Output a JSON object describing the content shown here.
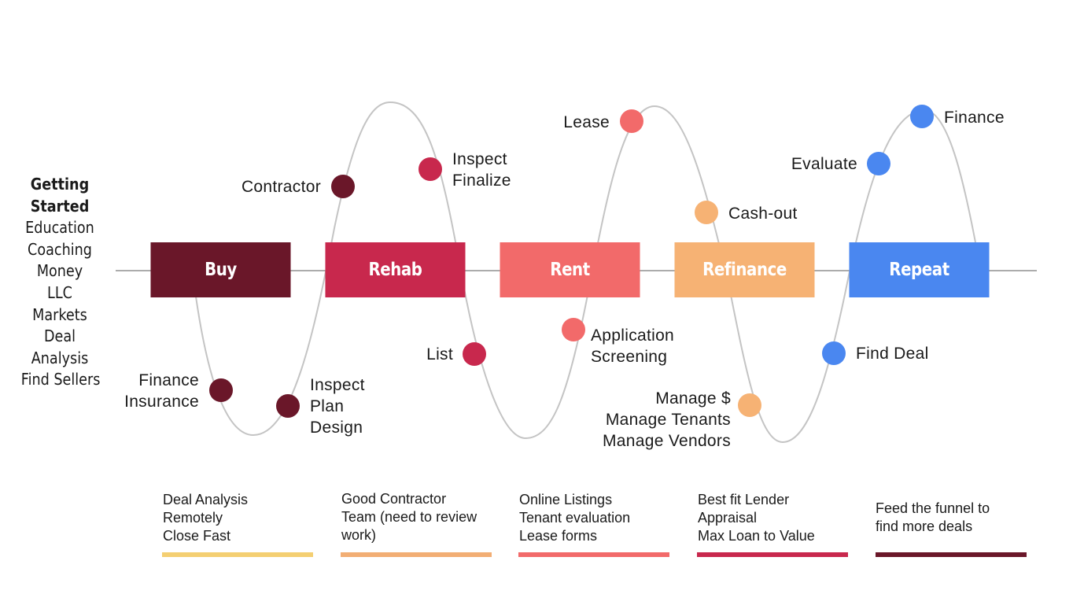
{
  "left_panel": {
    "title": [
      "Getting",
      "Started"
    ],
    "items": [
      "Education",
      "Coaching",
      "Money",
      "LLC",
      "Markets",
      "Deal",
      "Analysis",
      "Find Sellers"
    ]
  },
  "stages": [
    {
      "label": "Buy",
      "color": "#6a1729"
    },
    {
      "label": "Rehab",
      "color": "#c8284d"
    },
    {
      "label": "Rent",
      "color": "#f26a6a"
    },
    {
      "label": "Refinance",
      "color": "#f6b274"
    },
    {
      "label": "Repeat",
      "color": "#4a87f0"
    }
  ],
  "steps": {
    "buy": {
      "finance": [
        "Finance",
        "Insurance"
      ],
      "inspect": [
        "Inspect",
        "Plan",
        "Design"
      ],
      "contractor": "Contractor"
    },
    "rehab": {
      "inspect_finalize": [
        "Inspect",
        "Finalize"
      ],
      "list": "List"
    },
    "rent": {
      "application": [
        "Application",
        "Screening"
      ],
      "lease": "Lease"
    },
    "refinance": {
      "cash_out": "Cash-out",
      "manage": [
        "Manage $",
        "Manage Tenants",
        "Manage Vendors"
      ]
    },
    "repeat": {
      "find_deal": "Find Deal",
      "evaluate": "Evaluate",
      "finance": "Finance"
    }
  },
  "notes": [
    {
      "lines": [
        "Deal Analysis",
        "Remotely",
        "Close Fast"
      ],
      "bar_color": "#f4cf72"
    },
    {
      "lines": [
        "Good Contractor",
        "Team (need to review",
        "work)"
      ],
      "bar_color": "#f2ae74"
    },
    {
      "lines": [
        "Online Listings",
        "Tenant evaluation",
        "Lease forms"
      ],
      "bar_color": "#f26a6a"
    },
    {
      "lines": [
        "Best fit Lender",
        "Appraisal",
        "Max Loan to Value"
      ],
      "bar_color": "#c8284d"
    },
    {
      "lines": [
        "Feed the funnel to",
        "find more deals"
      ],
      "bar_color": "#6a1729"
    }
  ]
}
